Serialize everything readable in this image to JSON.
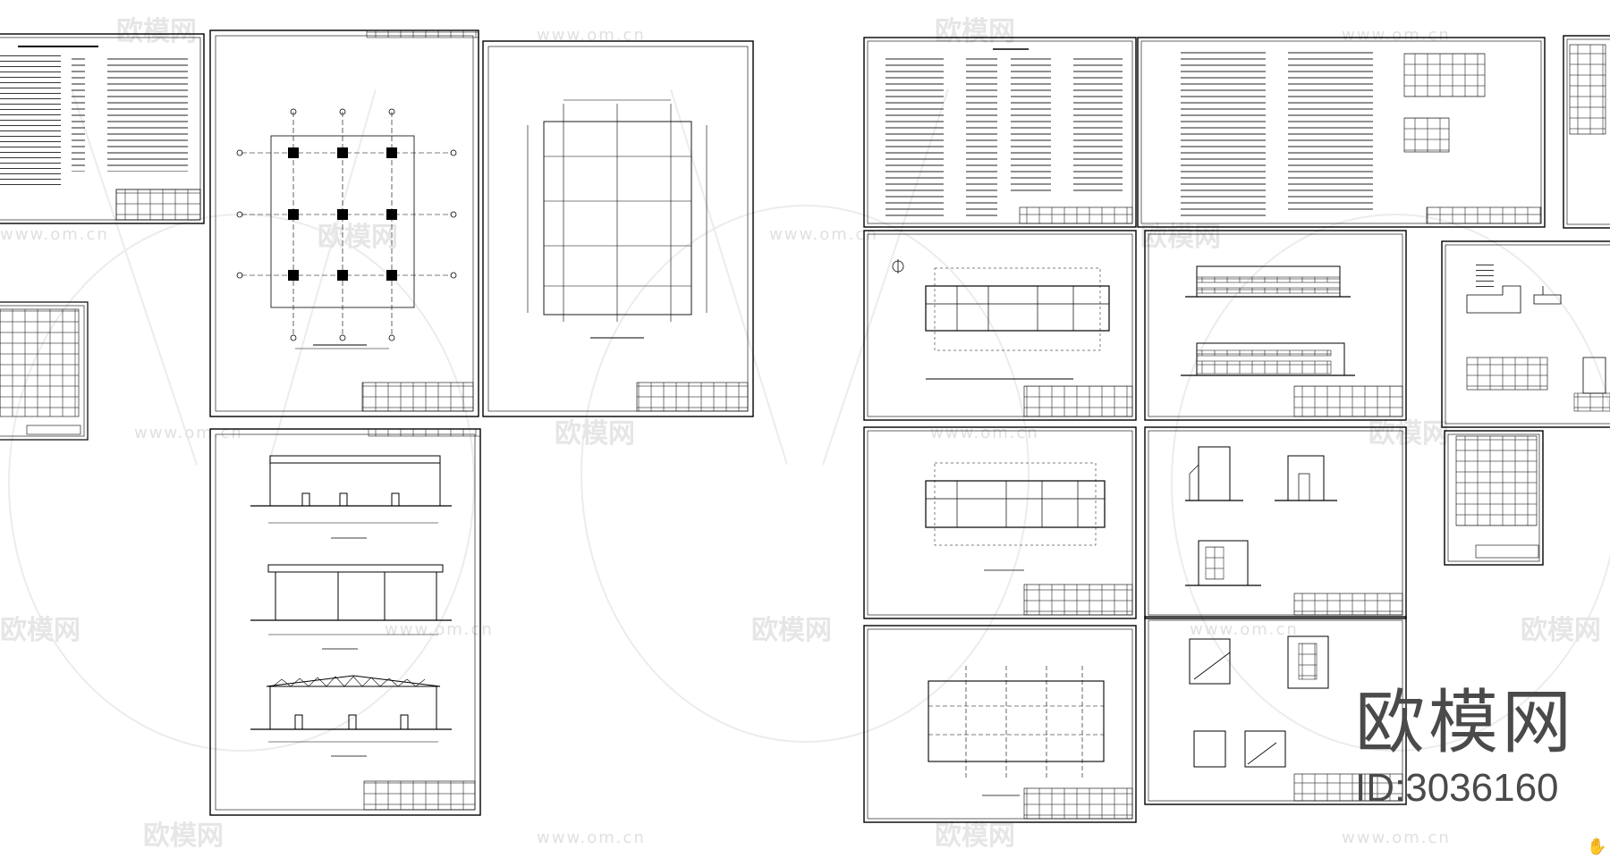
{
  "watermark": {
    "brand": "欧模网",
    "url": "www.om.cn"
  },
  "logo": {
    "brand": "欧模网",
    "id_text": "ID:3036160"
  },
  "cursor": {
    "icon": "hand-cursor-icon"
  },
  "colors": {
    "background": "#ffffff",
    "line": "#000000",
    "watermark": "#e6e6e6",
    "logo": "#4a4a4a"
  }
}
